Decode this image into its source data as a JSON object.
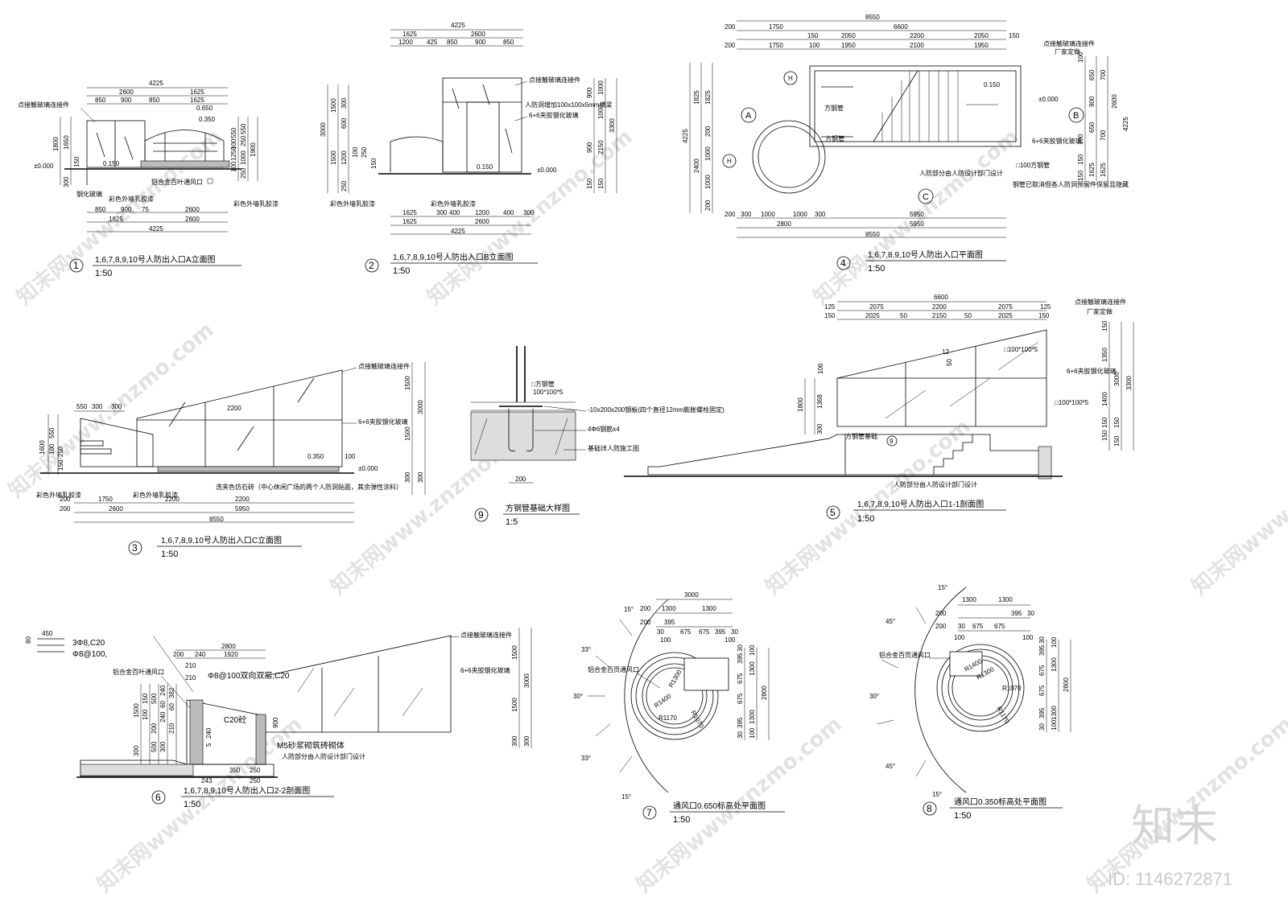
{
  "drawings": [
    {
      "num": "1",
      "title": "1,6,7,8,9,10号人防出入口A立面图",
      "scale": "1:50"
    },
    {
      "num": "2",
      "title": "1,6,7,8,9,10号人防出入口B立面图",
      "scale": "1:50"
    },
    {
      "num": "3",
      "title": "1,6,7,8,9,10号人防出入口C立面图",
      "scale": "1:50"
    },
    {
      "num": "4",
      "title": "1,6,7,8,9,10号人防出入口平面图",
      "scale": "1:50"
    },
    {
      "num": "5",
      "title": "1,6,7,8,9,10号人防出入口1-1剖面图",
      "scale": "1:50"
    },
    {
      "num": "6",
      "title": "1,6,7,8,9,10号人防出入口2-2剖面图",
      "scale": "1:50"
    },
    {
      "num": "7",
      "title": "通风口0.650标高处平面图",
      "scale": "1:50"
    },
    {
      "num": "8",
      "title": "通风口0.350标高处平面图",
      "scale": "1:50"
    },
    {
      "num": "9",
      "title": "方钢管基础大样图",
      "scale": "1:5"
    }
  ],
  "notes": {
    "glass_connector": "点接触玻璃连接件",
    "toughened_glass": "钢化玻璃",
    "laminated_glass": "6+6夹胶钢化玻璃",
    "paint": "彩色外墙乳胶漆",
    "louver": "铝合金百叶通风口",
    "louver_b": "铝合金百页通风口",
    "square_tube": "方钢管",
    "tube_100": "□100方钢管",
    "tube_100x100x5": "□100*100*5",
    "tube_label_5": "□100*100*5",
    "civil_door": "人防部分由人防设计部门设计",
    "civil_door_b": "人防部分由人防设计部门设计",
    "steel_note": "钢管已取消但各人防洞预留件保留且隐藏",
    "manufacturer": "厂家定做",
    "pave": "洗夹色仿石砖（中心休闲广场的两个人防洞贴面，其余弹性涂料）",
    "plate": "-10x200x200钢板(四个直径12mm膨胀螺栓固定)",
    "rebar": "4Φ6钢筋x4",
    "foundation": "基础详人防施工图",
    "tube_9": "□方钢管",
    "tube_9b": "100*100*5",
    "pipe_base": "方钢管基础",
    "beam": "人防洞增加100x100x5mm横梁",
    "rebar_a": "3Φ8,C20",
    "rebar_b": "Φ8@100,",
    "rebar_c": "Φ8@100双向双层,C20",
    "c20": "C20砼",
    "m5": "M5砂浆砌筑砖砌体"
  },
  "levels": {
    "zero": "±0.000",
    "l150": "0.150",
    "l350": "0.350",
    "l650": "0.650"
  },
  "axes": {
    "A": "A",
    "B": "B",
    "C": "C",
    "H": "H"
  },
  "dims": {
    "d1_top": [
      "4225",
      "2600",
      "1625",
      "850",
      "900",
      "850",
      "1625"
    ],
    "d1_bot": [
      "850",
      "900",
      "75",
      "2600",
      "1825",
      "2600",
      "4225"
    ],
    "d1_left": [
      "1800",
      "1650",
      "300",
      "150"
    ],
    "d1_right": [
      "550",
      "1250",
      "100",
      "250",
      "1000",
      "1900",
      "250",
      "550",
      "100"
    ],
    "d2_top": [
      "4225",
      "1625",
      "2600",
      "1200",
      "425",
      "850",
      "900",
      "850"
    ],
    "d2_bot": [
      "1625",
      "300",
      "400",
      "1200",
      "400",
      "300",
      "2600",
      "1625",
      "4225"
    ],
    "d2_left": [
      "3000",
      "1500",
      "1500",
      "300",
      "600",
      "1200",
      "100",
      "250",
      "250",
      "150"
    ],
    "d2_right": [
      "900",
      "1000",
      "1000",
      "3300",
      "2150",
      "150",
      "150",
      "900"
    ],
    "d4_top": [
      "8550",
      "6600",
      "1750",
      "200",
      "150",
      "2050",
      "2200",
      "2050",
      "150",
      "1950",
      "100",
      "2100",
      "1950",
      "1750",
      "200"
    ],
    "d4_bot": [
      "200",
      "300",
      "1000",
      "1000",
      "300",
      "5950",
      "2800",
      "5950",
      "8550"
    ],
    "d4_left": [
      "1825",
      "1825",
      "4225",
      "200",
      "1000",
      "2400",
      "1000",
      "200"
    ],
    "d4_right": [
      "100",
      "650",
      "700",
      "900",
      "2600",
      "4225",
      "650",
      "700",
      "100",
      "1625",
      "1625",
      "150",
      "150"
    ],
    "d3_top": [
      "550",
      "300",
      "300",
      "2200",
      "1600",
      "550",
      "100",
      "250",
      "150",
      "100"
    ],
    "d3_bot": [
      "1750",
      "2600",
      "2200",
      "2200",
      "5950",
      "8550",
      "200",
      "200"
    ],
    "d3_right": [
      "1500",
      "3000",
      "1500",
      "300",
      "300"
    ],
    "d5_top": [
      "6600",
      "125",
      "2075",
      "2200",
      "2075",
      "125",
      "150",
      "2025",
      "50",
      "2150",
      "50",
      "2025",
      "150"
    ],
    "d5_right": [
      "150",
      "1350",
      "3000",
      "1400",
      "3300",
      "150",
      "150",
      "150",
      "150"
    ],
    "d5_left": [
      "106",
      "1800",
      "1368",
      "300",
      "12",
      "50"
    ],
    "d9": [
      "200"
    ],
    "d6_top": [
      "450",
      "80",
      "2800",
      "200",
      "240",
      "1920",
      "210",
      "210",
      "200"
    ],
    "d6_left": [
      "1500",
      "150",
      "300",
      "100",
      "500",
      "240",
      "60",
      "240",
      "382",
      "60",
      "210",
      "200",
      "500",
      "300",
      "900",
      "240",
      "5",
      "350",
      "250",
      "250",
      "243"
    ],
    "d6_right": [
      "1500",
      "3000",
      "1500",
      "300",
      "300"
    ],
    "d7_top": [
      "3000",
      "1300",
      "1300",
      "200",
      "200",
      "30",
      "395",
      "675",
      "675",
      "395",
      "30",
      "100",
      "100"
    ],
    "d7_radii": [
      "R1400",
      "R1300",
      "R1170",
      "R1070"
    ],
    "d7_right": [
      "30",
      "395",
      "675",
      "2800",
      "675",
      "1300",
      "1300",
      "395",
      "30",
      "100",
      "100"
    ],
    "d7_ang": [
      "15°",
      "33°",
      "30°",
      "33°",
      "15°"
    ],
    "d8_top": [
      "1300",
      "1300",
      "200",
      "200",
      "30",
      "675",
      "675",
      "395",
      "30",
      "100",
      "100"
    ],
    "d8_radii": [
      "R1400",
      "R1300",
      "R1070",
      "R1170"
    ],
    "d8_right": [
      "30",
      "395",
      "675",
      "2800",
      "675",
      "1300",
      "1300",
      "395",
      "30",
      "100",
      "100"
    ],
    "d8_ang": [
      "15°",
      "45°",
      "30°",
      "45°",
      "15°"
    ]
  },
  "watermark": {
    "text": "知末网www.znzmo.com",
    "logo": "知末",
    "id": "ID: 1146272871"
  }
}
